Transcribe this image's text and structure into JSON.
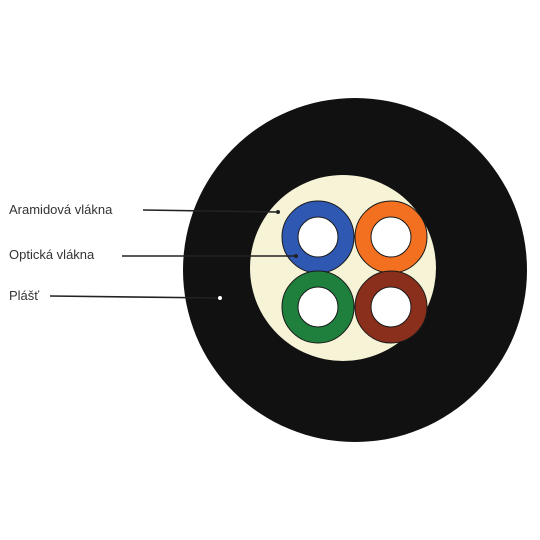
{
  "labels": {
    "aramid": "Aramidová vlákna",
    "optical": "Optická vlákna",
    "jacket": "Plášť"
  },
  "colors": {
    "jacket": "#111111",
    "filler": "#f6f3d6",
    "fiber_blue": "#2f58b3",
    "fiber_orange": "#f27020",
    "fiber_green": "#1f7f3c",
    "fiber_brown": "#8a2f1b",
    "fiber_core": "#ffffff",
    "leader_line": "#222222"
  },
  "fibers": [
    {
      "name": "fiber-blue",
      "color_key": "fiber_blue"
    },
    {
      "name": "fiber-orange",
      "color_key": "fiber_orange"
    },
    {
      "name": "fiber-green",
      "color_key": "fiber_green"
    },
    {
      "name": "fiber-brown",
      "color_key": "fiber_brown"
    }
  ]
}
